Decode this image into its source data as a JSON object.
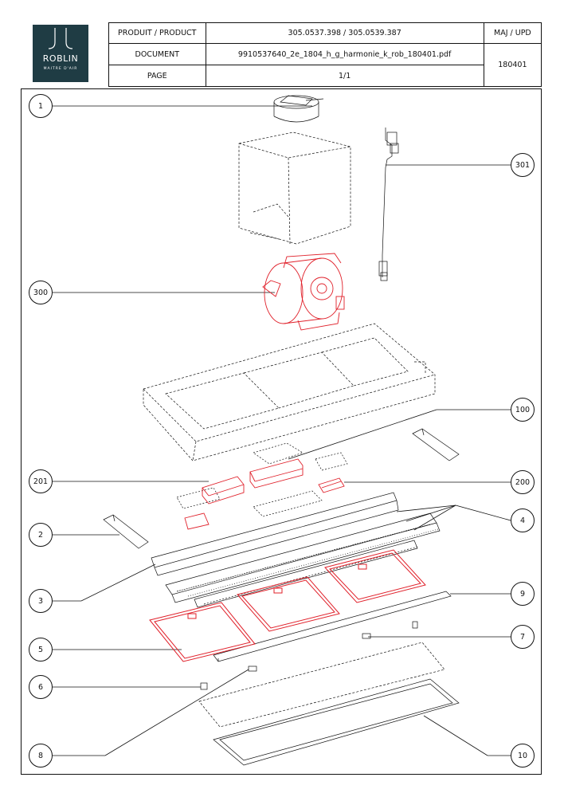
{
  "logo": {
    "name": "ROBLIN",
    "tagline": "MAITRE D'AIR"
  },
  "header": {
    "product_label": "PRODUIT / PRODUCT",
    "product_value": "305.0537.398 / 305.0539.387",
    "maj_label": "MAJ / UPD",
    "document_label": "DOCUMENT",
    "document_value": "9910537640_2e_1804_h_g_harmonie_k_rob_180401.pdf",
    "maj_value": "180401",
    "page_label": "PAGE",
    "page_value": "1/1"
  },
  "callouts": [
    "1",
    "301",
    "300",
    "100",
    "201",
    "200",
    "2",
    "4",
    "3",
    "9",
    "5",
    "7",
    "6",
    "8",
    "10"
  ],
  "colors": {
    "logo_bg": "#1f3c44",
    "highlight": "#e0202a",
    "line": "#111111"
  }
}
